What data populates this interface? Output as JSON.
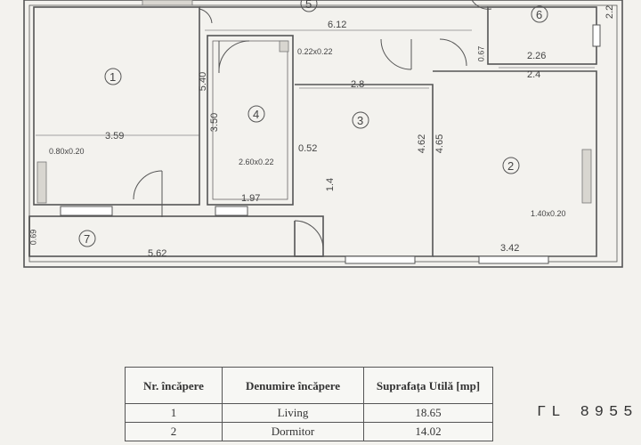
{
  "plan": {
    "rooms": [
      "1",
      "2",
      "3",
      "4",
      "5",
      "6",
      "7"
    ],
    "dims": {
      "d612": "6.12",
      "d540": "5.40",
      "d359": "3.59",
      "d080": "0.80x0.20",
      "d350": "3.50",
      "d022": "0.22x0.22",
      "d28": "2.8",
      "d260": "2.60x0.22",
      "d052": "0.52",
      "d14": "1.4",
      "d197": "1.97",
      "d462": "4.62",
      "d465": "4.65",
      "d067": "0.67",
      "d226": "2.26",
      "d24": "2.4",
      "d22": "2.2",
      "d140": "1.40x0.20",
      "d342": "3.42",
      "d069": "0.69",
      "d562": "5.62"
    }
  },
  "table": {
    "headers": [
      "Nr. încăpere",
      "Denumire încăpere",
      "Suprafața Utilă [mp]"
    ],
    "rows": [
      [
        "1",
        "Living",
        "18.65"
      ],
      [
        "2",
        "Dormitor",
        "14.02"
      ]
    ]
  },
  "stamp": "ΓL 8955"
}
